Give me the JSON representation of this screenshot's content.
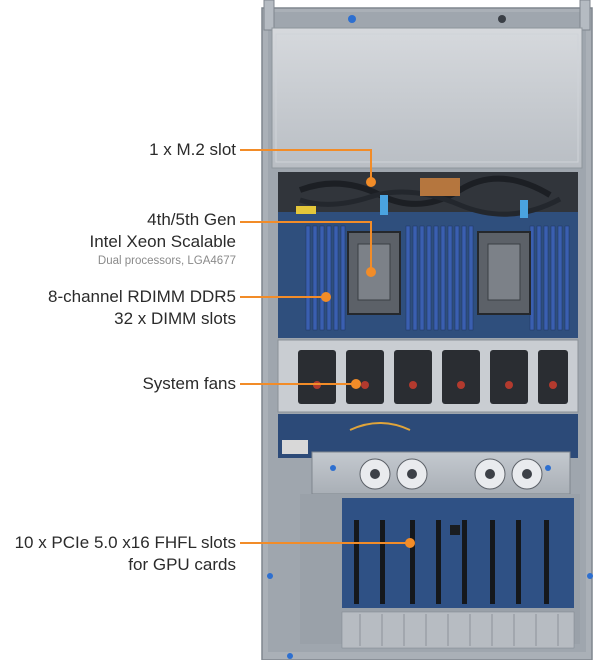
{
  "callouts": {
    "m2": {
      "lines": [
        "1 x M.2 slot"
      ]
    },
    "cpu": {
      "lines": [
        "4th/5th Gen",
        "Intel Xeon Scalable"
      ],
      "sub": "Dual processors, LGA4677"
    },
    "dimm": {
      "lines": [
        "8-channel RDIMM DDR5",
        "32 x DIMM slots"
      ]
    },
    "fans": {
      "lines": [
        "System fans"
      ]
    },
    "pcie": {
      "lines": [
        "10 x PCIe 5.0 x16 FHFL slots",
        "for GPU cards"
      ]
    }
  },
  "colors": {
    "callout_line": "#f28c28",
    "chassis": "#bfc4ca",
    "motherboard": "#2e4c78",
    "dimm": "#3a5fb0",
    "text": "#2b2b2b",
    "subtext": "#8a8a8a"
  }
}
